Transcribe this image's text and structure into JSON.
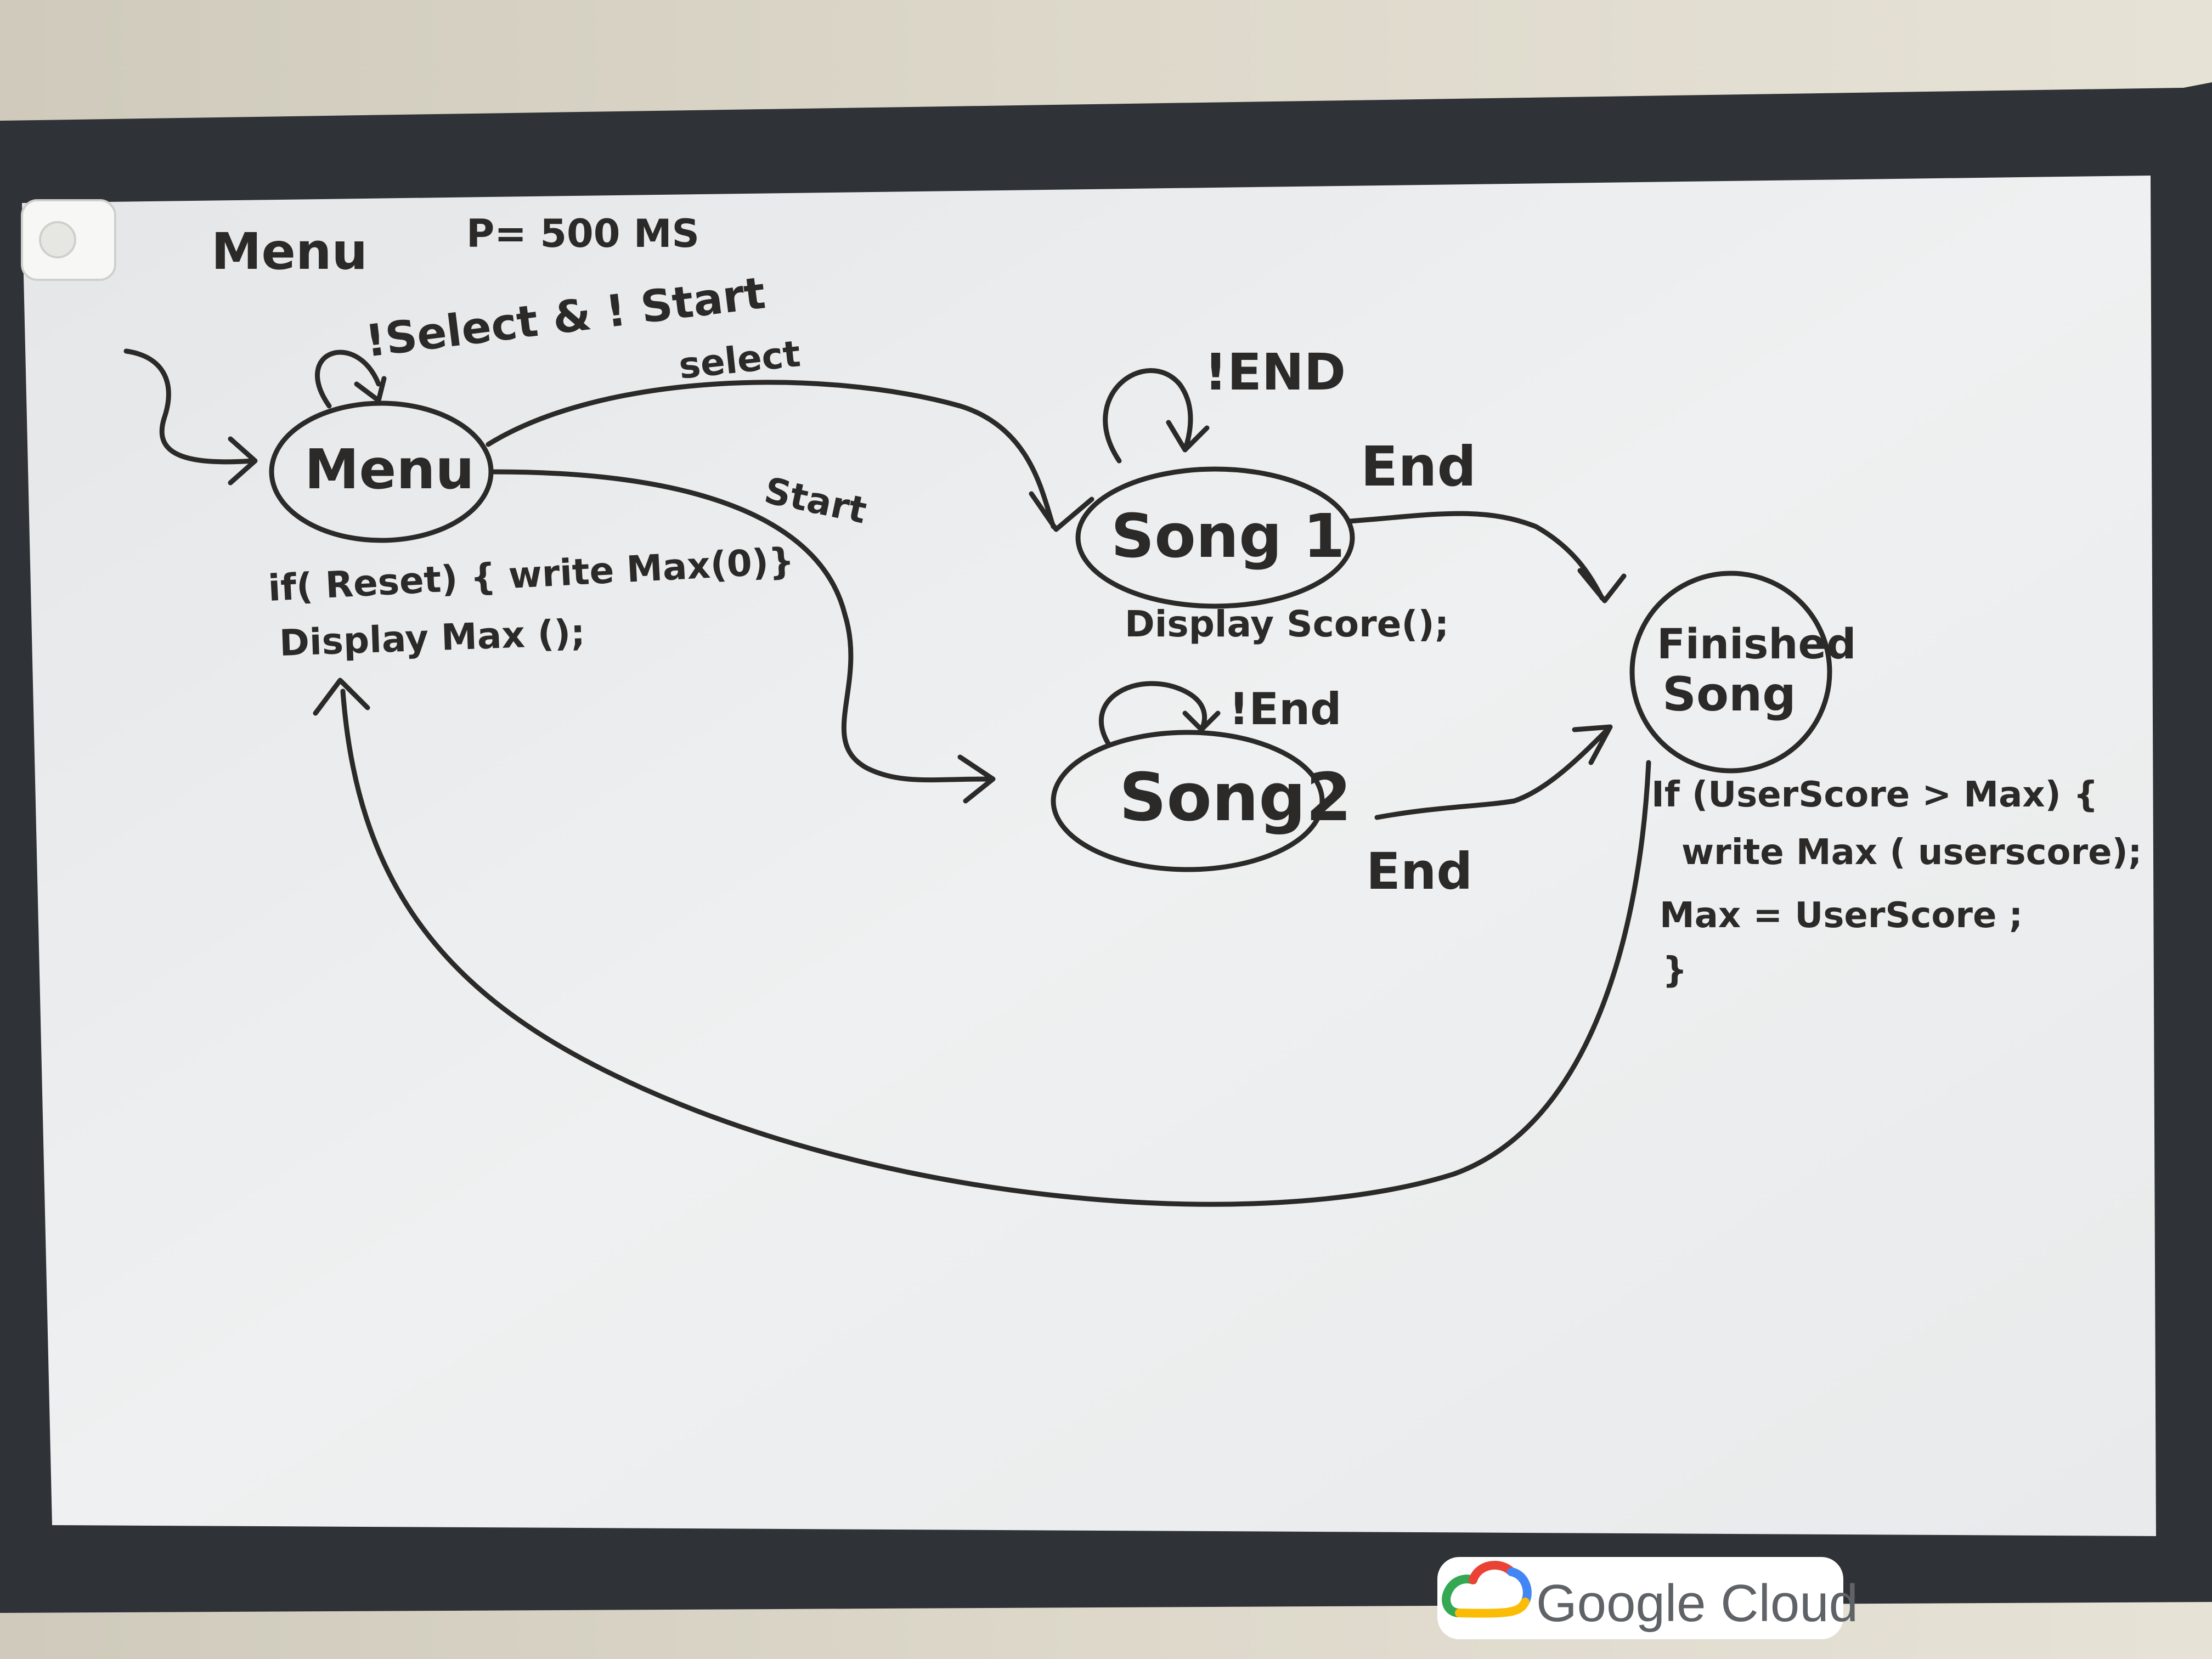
{
  "board_title": "Menu",
  "period": "P= 500 MS",
  "states": {
    "menu": "Menu",
    "song1": "Song 1",
    "song2": "Song2",
    "finished_line1": "Finished",
    "finished_line2": "Song"
  },
  "transitions": {
    "menu_self": "!Select & ! Start",
    "select": "select",
    "start": "Start",
    "song1_self": "!END",
    "song1_end": "End",
    "song2_self": "!End",
    "song2_end": "End"
  },
  "actions": {
    "menu_line1": "if( Reset) { write Max(0)}",
    "menu_line2": "Display Max ();",
    "song1_line1": "Display Score();",
    "finished_line1": "If (UserScore > Max) {",
    "finished_line2": "write Max ( userscore);",
    "finished_line3": "Max = UserScore ;",
    "finished_line4": "}"
  },
  "logo": {
    "text": "Google Cloud",
    "colors": [
      "#ea4335",
      "#4285f4",
      "#34a853",
      "#fbbc05"
    ]
  },
  "colors": {
    "ink": "#2b2a28",
    "frame": "#2f3236",
    "board": "#eceeef",
    "wall": "#d9d4c6"
  }
}
